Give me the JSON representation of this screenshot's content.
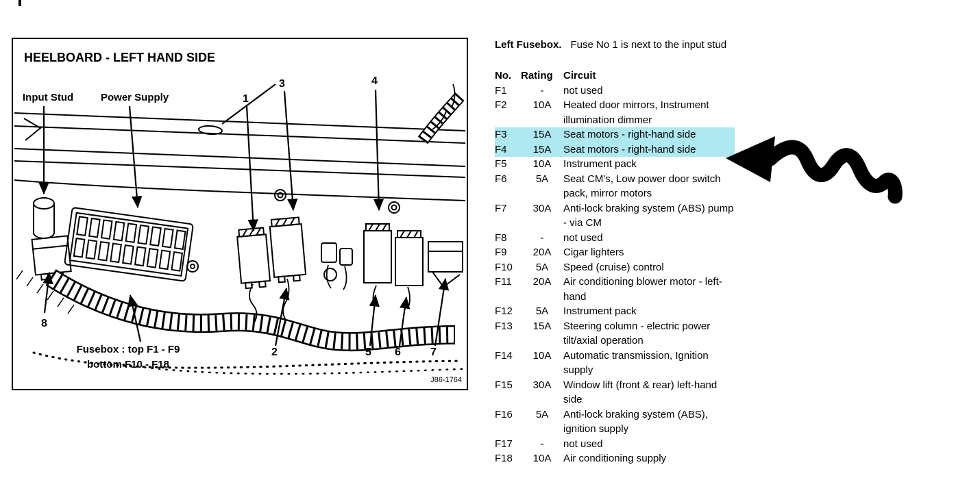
{
  "diagram": {
    "title": "HEELBOARD - LEFT HAND SIDE",
    "labels": {
      "input_stud": "Input Stud",
      "power_supply": "Power Supply"
    },
    "callouts": [
      "1",
      "2",
      "3",
      "4",
      "5",
      "6",
      "7",
      "8"
    ],
    "fusebox_caption": {
      "line1": "Fusebox : top F1 - F9",
      "line2": "bottom F10 - F18"
    },
    "reference": "J86-1764"
  },
  "info": {
    "caption": {
      "bold": "Left Fusebox.",
      "text": "Fuse No 1 is next to the input stud"
    },
    "table": {
      "headers": [
        "No.",
        "Rating",
        "Circuit"
      ],
      "rows": [
        {
          "no": "F1",
          "rating": "-",
          "circuit": "not used",
          "highlight": false
        },
        {
          "no": "F2",
          "rating": "10A",
          "circuit": "Heated door mirrors, Instrument illumination dimmer",
          "highlight": false
        },
        {
          "no": "F3",
          "rating": "15A",
          "circuit": "Seat motors - right-hand side",
          "highlight": true
        },
        {
          "no": "F4",
          "rating": "15A",
          "circuit": "Seat motors - right-hand side",
          "highlight": true
        },
        {
          "no": "F5",
          "rating": "10A",
          "circuit": "Instrument pack",
          "highlight": false
        },
        {
          "no": "F6",
          "rating": "5A",
          "circuit": "Seat CM's, Low power door switch pack, mirror motors",
          "highlight": false
        },
        {
          "no": "F7",
          "rating": "30A",
          "circuit": "Anti-lock braking system (ABS) pump - via CM",
          "highlight": false
        },
        {
          "no": "F8",
          "rating": "-",
          "circuit": "not used",
          "highlight": false
        },
        {
          "no": "F9",
          "rating": "20A",
          "circuit": "Cigar lighters",
          "highlight": false
        },
        {
          "no": "F10",
          "rating": "5A",
          "circuit": "Speed (cruise) control",
          "highlight": false
        },
        {
          "no": "F11",
          "rating": "20A",
          "circuit": "Air conditioning blower motor - left-hand",
          "highlight": false
        },
        {
          "no": "F12",
          "rating": "5A",
          "circuit": "Instrument pack",
          "highlight": false
        },
        {
          "no": "F13",
          "rating": "15A",
          "circuit": "Steering column - electric power tilt/axial operation",
          "highlight": false
        },
        {
          "no": "F14",
          "rating": "10A",
          "circuit": "Automatic transmission, Ignition supply",
          "highlight": false
        },
        {
          "no": "F15",
          "rating": "30A",
          "circuit": "Window lift (front & rear) left-hand side",
          "highlight": false
        },
        {
          "no": "F16",
          "rating": "5A",
          "circuit": "Anti-lock braking system (ABS), ignition supply",
          "highlight": false
        },
        {
          "no": "F17",
          "rating": "-",
          "circuit": "not used",
          "highlight": false
        },
        {
          "no": "F18",
          "rating": "10A",
          "circuit": "Air conditioning supply",
          "highlight": false
        }
      ]
    }
  },
  "colors": {
    "highlight": "#aee8f0",
    "ink": "#000000",
    "background": "#ffffff"
  }
}
